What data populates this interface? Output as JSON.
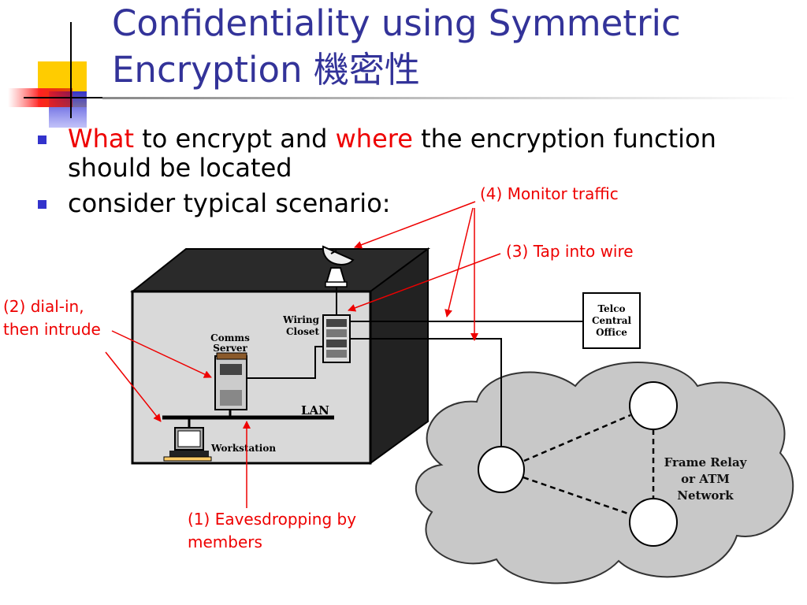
{
  "slide": {
    "title_line1": "Confidentiality using Symmetric",
    "title_line2": "Encryption 機密性",
    "bullet1": {
      "what": "What",
      "text1": " to encrypt and ",
      "where": "where",
      "text2": " the encryption function should be located"
    },
    "bullet2": "consider typical scenario:"
  },
  "annotations": {
    "monitor": "(4) Monitor traffic",
    "tap": "(3) Tap into wire",
    "dialin_line1": "(2) dial-in,",
    "dialin_line2": "then intrude",
    "eaves_line1": "(1) Eavesdropping by",
    "eaves_line2": "members"
  },
  "diagram": {
    "wiring_closet_line1": "Wiring",
    "wiring_closet_line2": "Closet",
    "comms_server_line1": "Comms",
    "comms_server_line2": "Server",
    "lan": "LAN",
    "workstation": "Workstation",
    "telco_line1": "Telco",
    "telco_line2": "Central",
    "telco_line3": "Office",
    "network_line1": "Frame Relay",
    "network_line2": "or ATM",
    "network_line3": "Network"
  },
  "colors": {
    "title": "#333399",
    "highlight": "#ee0000",
    "bullet": "#3333cc",
    "building_front": "#d9d9d9",
    "building_top": "#2a2a2a",
    "cloud": "#c8c8c8"
  }
}
